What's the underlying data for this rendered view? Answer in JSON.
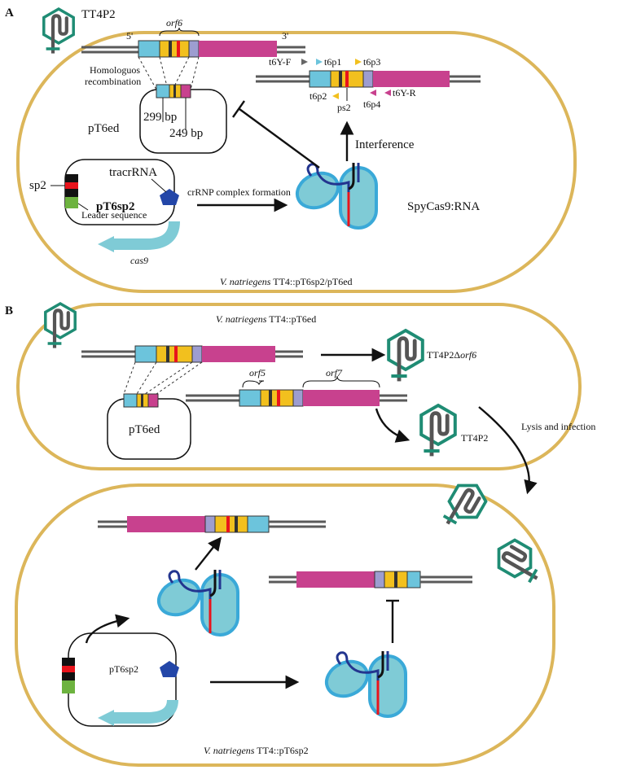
{
  "panel_a": {
    "label": "A",
    "phage_label": "TT4P2",
    "five_prime": "5'",
    "three_prime": "3'",
    "orf6": "orf6",
    "homologous": "Homologuos",
    "recombination": "recombination",
    "bp_299": "299 bp",
    "bp_249": "249 bp",
    "pt6ed": "pT6ed",
    "tracrrna": "tracrRNA",
    "sp2": "sp2",
    "pt6sp2": "pT6sp2",
    "leader": "Leader sequence",
    "cas9": "cas9",
    "crrnp": "crRNP complex formation",
    "primers": {
      "t6y_f": "t6Y-F",
      "t6p1": "t6p1",
      "t6p3": "t6p3",
      "t6p2": "t6p2",
      "ps2": "ps2",
      "t6p4": "t6p4",
      "t6y_r": "t6Y-R"
    },
    "interference": "Interference",
    "spycas9": "SpyCas9:RNA",
    "strain_italic": "V. natriegens",
    "strain_rest": " TT4::pT6sp2/pT6ed"
  },
  "panel_b": {
    "label": "B",
    "top_strain_italic": "V. natriegens",
    "top_strain_rest": " TT4::pT6ed",
    "pt6ed": "pT6ed",
    "orf5": "orf5",
    "orf7": "orf7",
    "mutant_prefix": "TT4P2Δ",
    "mutant_gene": "orf6",
    "wildtype": "TT4P2",
    "lysis": "Lysis and infection",
    "pt6sp2": "pT6sp2",
    "bottom_strain_italic": "V. natriegens",
    "bottom_strain_rest": " TT4::pT6sp2"
  },
  "colors": {
    "cell": "#dcb65a",
    "magenta": "#c8418e",
    "cyan": "#6cc4dc",
    "yellow": "#f2c01e",
    "red": "#e8141c",
    "phage": "#1f8c74",
    "cas9_body": "#7fcbd6",
    "cas9_edge": "#3aa9d8",
    "rna": "#23358f",
    "tracr": "#2346a8",
    "green": "#6db33f"
  }
}
